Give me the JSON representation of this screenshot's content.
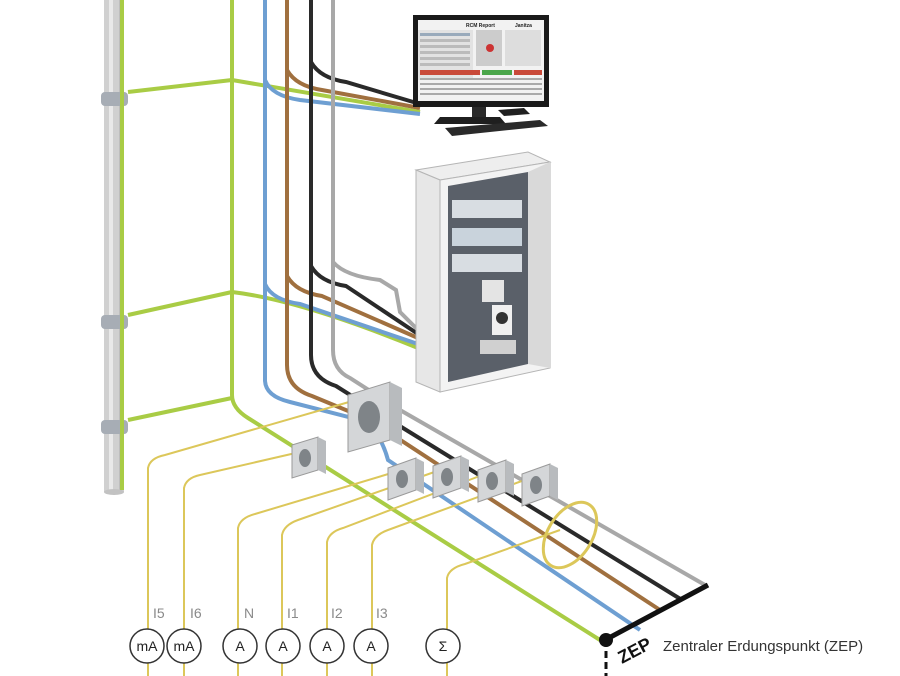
{
  "monitor": {
    "title": "RCM Report",
    "brand": "Janitza"
  },
  "channels": {
    "i5": {
      "label": "I5",
      "meter": "mA"
    },
    "i6": {
      "label": "I6",
      "meter": "mA"
    },
    "n": {
      "label": "N",
      "meter": "A"
    },
    "i1": {
      "label": "I1",
      "meter": "A"
    },
    "i2": {
      "label": "I2",
      "meter": "A"
    },
    "i3": {
      "label": "I3",
      "meter": "A"
    },
    "sum": {
      "label": "",
      "meter": "Σ"
    }
  },
  "zep": {
    "tag": "ZEP",
    "caption": "Zentraler Erdungspunkt (ZEP)"
  },
  "colors": {
    "pe": "#a9cc45",
    "neutral": "#6e9fd2",
    "l1": "#a0703f",
    "l2": "#2a2a2a",
    "l3": "#a8a8a8",
    "signal": "#dcc75a",
    "pipe": "#c6c6c6"
  }
}
